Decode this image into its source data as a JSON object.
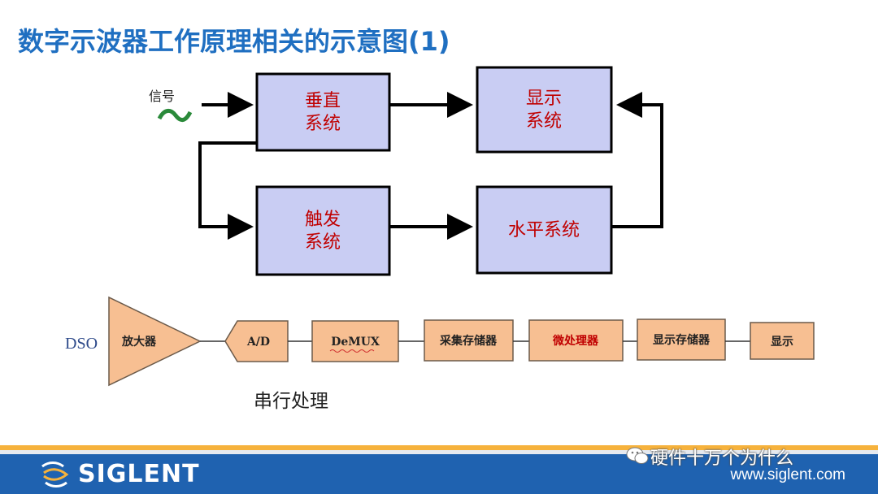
{
  "title": "数字示波器工作原理相关的示意图(1)",
  "signal_label": "信号",
  "signal_symbol": "~",
  "blocks": {
    "vertical": [
      "垂直",
      "系统"
    ],
    "display": [
      "显示",
      "系统"
    ],
    "trigger": [
      "触发",
      "系统"
    ],
    "horizontal": [
      "水平系统"
    ]
  },
  "chain": {
    "dso_label": "DSO",
    "amplifier": "放大器",
    "stages": [
      "A/D",
      "DeMUX",
      "采集存储器",
      "微处理器",
      "显示存储器",
      "显示"
    ]
  },
  "serial_label": "串行处理",
  "footer": {
    "brand": "SIGLENT",
    "url": "www.siglent.com",
    "watermark": "硬件十万个为什么"
  },
  "colors": {
    "title": "#1f6fc1",
    "block_fill": "#c9cdf3",
    "block_text": "#c00000",
    "chain_fill": "#f7bf92",
    "footer_bar": "#1f62b0",
    "footer_stripe": "#f6b23c"
  }
}
